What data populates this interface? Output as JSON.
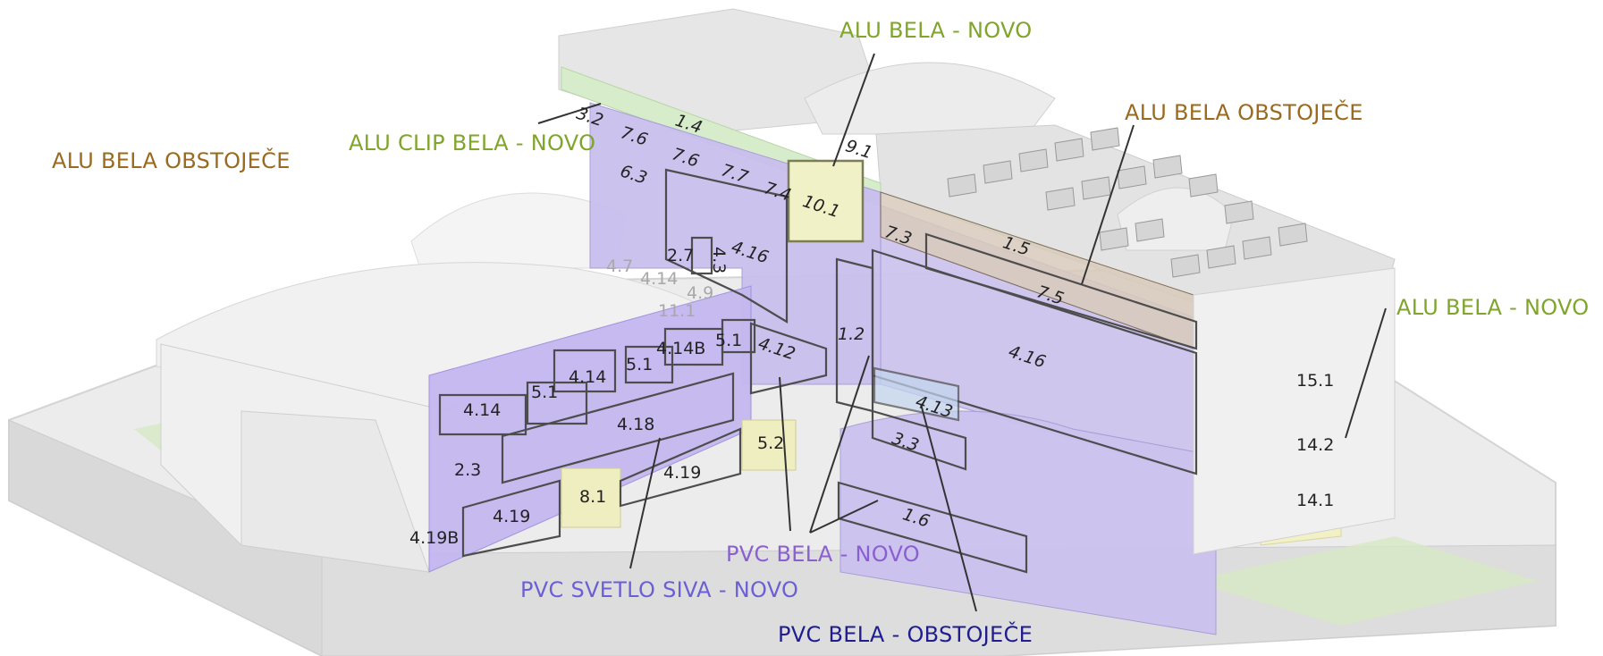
{
  "colors": {
    "alu_existing": "#9a6a1e",
    "alu_new": "#7fa52a",
    "pvc_new": "#8a5fd1",
    "pvc_light_grey_new": "#6b5fd6",
    "pvc_existing": "#1f1d8f"
  },
  "legend_labels": {
    "alu_bela_novo_top": "ALU BELA - NOVO",
    "alu_bela_obstojece_right": "ALU BELA OBSTOJEČE",
    "alu_bela_obstojece_left": "ALU BELA OBSTOJEČE",
    "alu_clip_bela_novo": "ALU CLIP BELA - NOVO",
    "alu_bela_novo_right": "ALU BELA - NOVO",
    "pvc_bela_novo": "PVC BELA - NOVO",
    "pvc_svetlo_siva_novo": "PVC SVETLO SIVA - NOVO",
    "pvc_bela_obstojece": "PVC BELA - OBSTOJEČE"
  },
  "zones": {
    "z3_2": "3.2",
    "z1_4": "1.4",
    "z7_6a": "7.6",
    "z7_6b": "7.6",
    "z9_1": "9.1",
    "z6_3": "6.3",
    "z7_7": "7.7",
    "z7_4": "7.4",
    "z10_1": "10.1",
    "z7_3": "7.3",
    "z1_5": "1.5",
    "z2_7": "2.7",
    "z4_3": "4.3",
    "z4_16a": "4.16",
    "z4_7": "4.7",
    "z4_14grey": "4.14",
    "z4_9": "4.9",
    "z11_1": "11.1",
    "z7_5": "7.5",
    "z1_2": "1.2",
    "z4_16b": "4.16",
    "z4_14B": "4.14B",
    "z5_1a": "5.1",
    "z5_1b": "5.1",
    "z5_1c": "5.1",
    "z4_12": "4.12",
    "z4_14a": "4.14",
    "z4_14b": "4.14",
    "z4_13": "4.13",
    "z4_18": "4.18",
    "z3_3": "3.3",
    "z2_3": "2.3",
    "z5_2": "5.2",
    "z4_19a": "4.19",
    "z8_1": "8.1",
    "z4_19b": "4.19",
    "z4_19B": "4.19B",
    "z1_6": "1.6",
    "z15_1": "15.1",
    "z14_2": "14.2",
    "z14_1": "14.1"
  }
}
